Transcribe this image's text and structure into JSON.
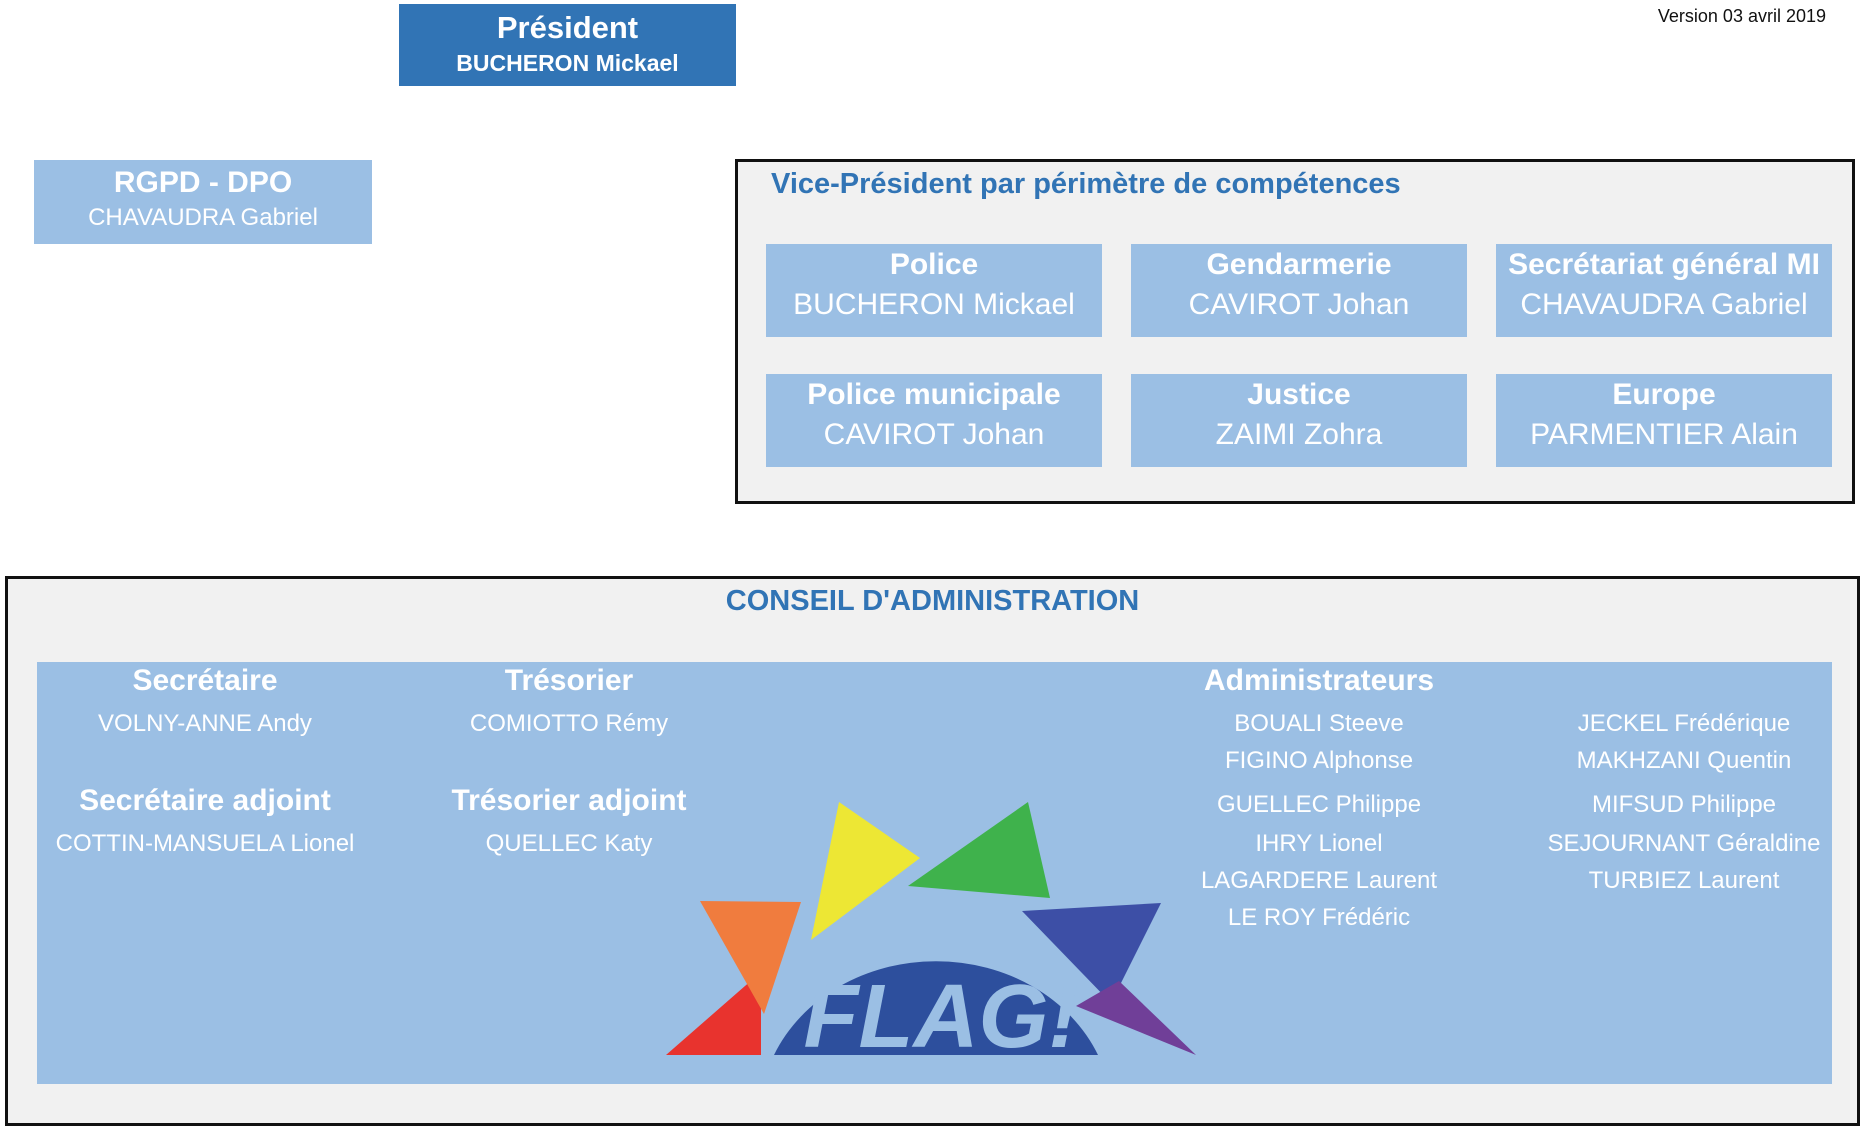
{
  "version": "Version 03 avril 2019",
  "president": {
    "title": "Président",
    "name": "BUCHERON Mickael"
  },
  "rgpd": {
    "title": "RGPD - DPO",
    "name": "CHAVAUDRA Gabriel"
  },
  "vice_presidents": {
    "heading": "Vice-Président par périmètre de compétences",
    "items": [
      {
        "title": "Police",
        "name": "BUCHERON Mickael"
      },
      {
        "title": "Gendarmerie",
        "name": "CAVIROT Johan"
      },
      {
        "title": "Secrétariat général MI",
        "name": "CHAVAUDRA Gabriel"
      },
      {
        "title": "Police municipale",
        "name": "CAVIROT Johan"
      },
      {
        "title": "Justice",
        "name": "ZAIMI Zohra"
      },
      {
        "title": "Europe",
        "name": "PARMENTIER Alain"
      }
    ]
  },
  "conseil": {
    "heading": "CONSEIL D'ADMINISTRATION",
    "secretaire": {
      "title": "Secrétaire",
      "name": "VOLNY-ANNE Andy"
    },
    "secretaire_adjoint": {
      "title": "Secrétaire adjoint",
      "name": "COTTIN-MANSUELA Lionel"
    },
    "tresorier": {
      "title": "Trésorier",
      "name": "COMIOTTO Rémy"
    },
    "tresorier_adjoint": {
      "title": "Trésorier adjoint",
      "name": "QUELLEC Katy"
    },
    "administrateurs": {
      "title": "Administrateurs",
      "col1": [
        "BOUALI Steeve",
        "FIGINO Alphonse",
        "GUELLEC Philippe",
        "IHRY Lionel",
        "LAGARDERE Laurent",
        "LE ROY Frédéric"
      ],
      "col2": [
        "JECKEL Frédérique",
        "MAKHZANI Quentin",
        "MIFSUD Philippe",
        "SEJOURNANT Géraldine",
        "TURBIEZ Laurent"
      ]
    }
  },
  "logo": {
    "text": "FLAG!"
  },
  "colors": {
    "president_bg": "#3174b5",
    "box_bg": "#9bbfe4",
    "heading": "#3174b5",
    "frame_bg": "#f1f1f1"
  }
}
